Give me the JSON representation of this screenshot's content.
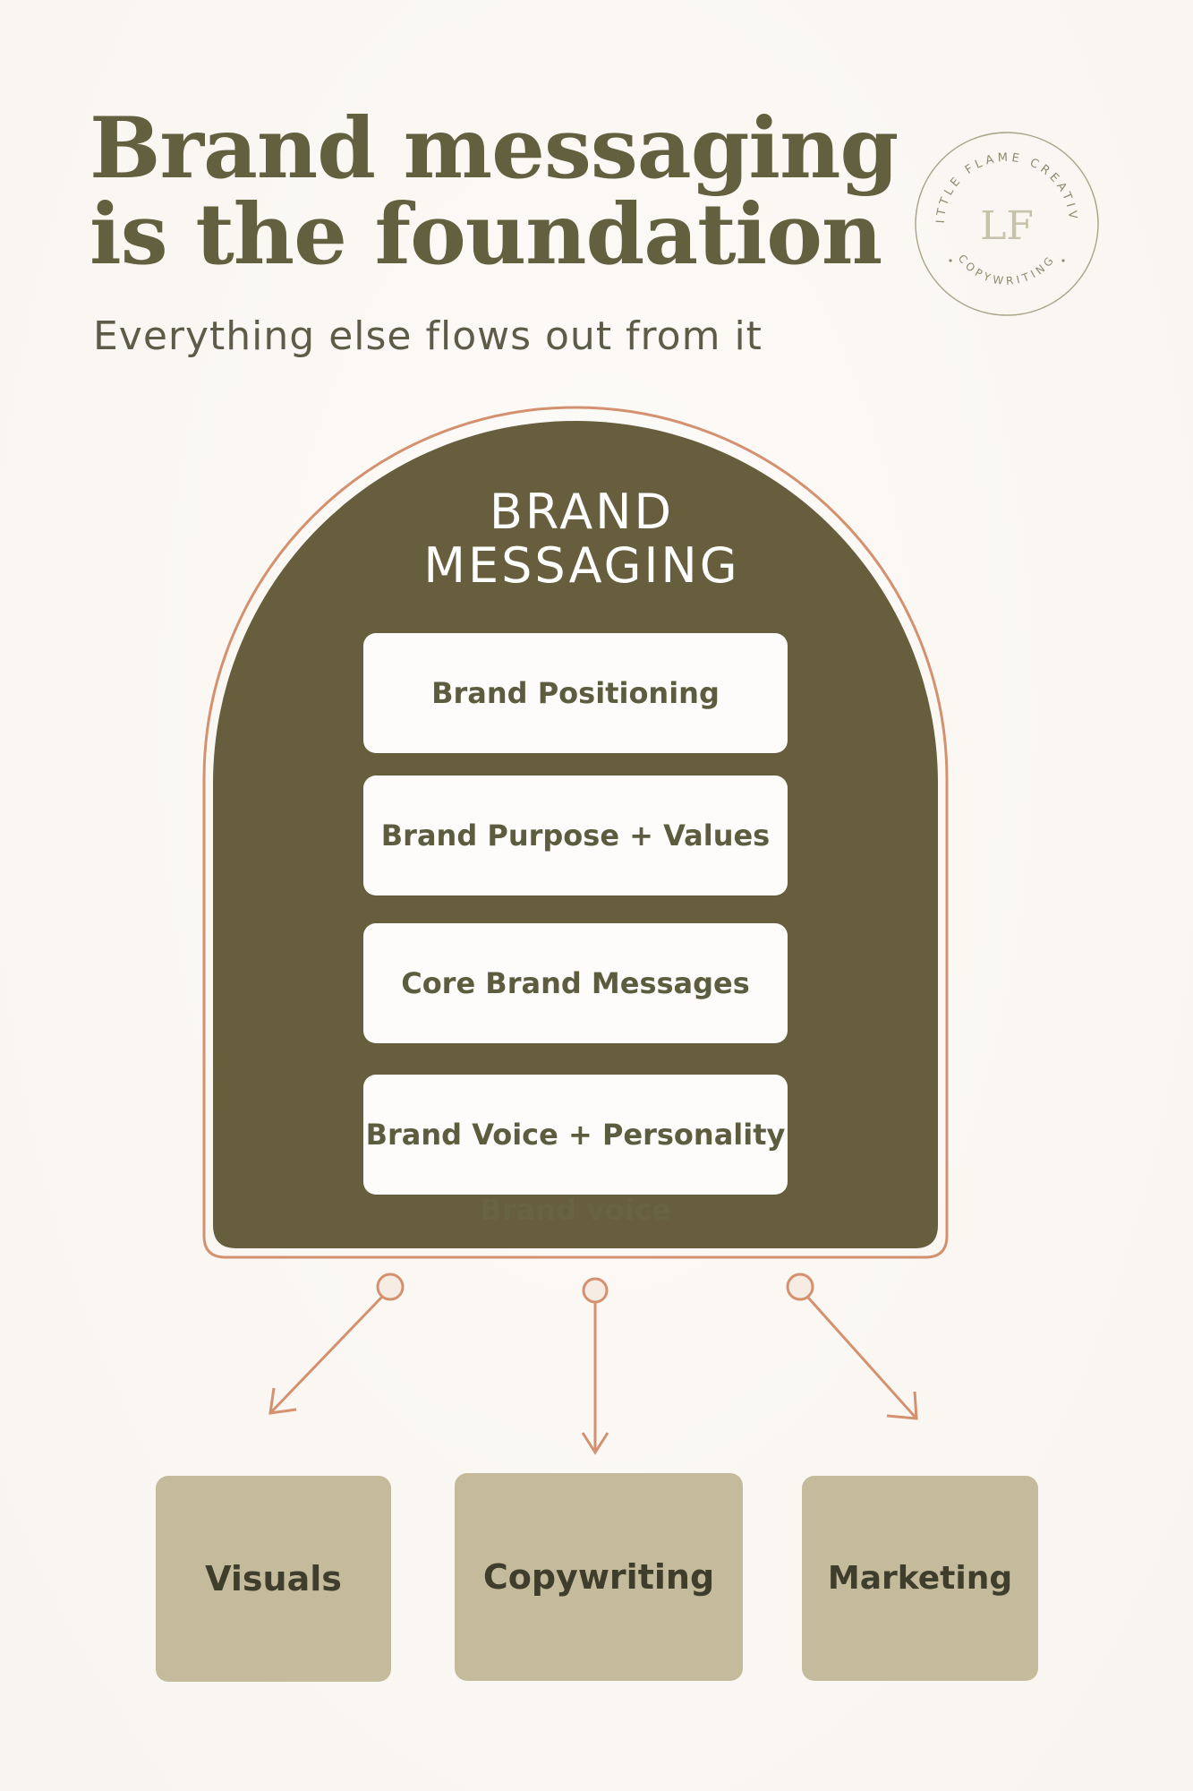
{
  "header": {
    "title_line1": "Brand messaging",
    "title_line2": "is the foundation",
    "subtitle": "Everything else flows out from it"
  },
  "logo": {
    "ring_text": "LITTLE FLAME CREATIVE",
    "monogram": "LF",
    "bottom_text": "COPYWRITING"
  },
  "arch": {
    "title_line1": "BRAND",
    "title_line2": "MESSAGING",
    "items": [
      "Brand Positioning",
      "Brand Purpose + Values",
      "Core Brand Messages",
      "Brand Voice + Personality"
    ],
    "faint_label": "Brand voice"
  },
  "outputs": [
    "Visuals",
    "Copywriting",
    "Marketing"
  ],
  "colors": {
    "olive": "#665e3d",
    "terracotta": "#d4916f",
    "khaki": "#c3bb9b",
    "background": "#fbf8f4"
  }
}
